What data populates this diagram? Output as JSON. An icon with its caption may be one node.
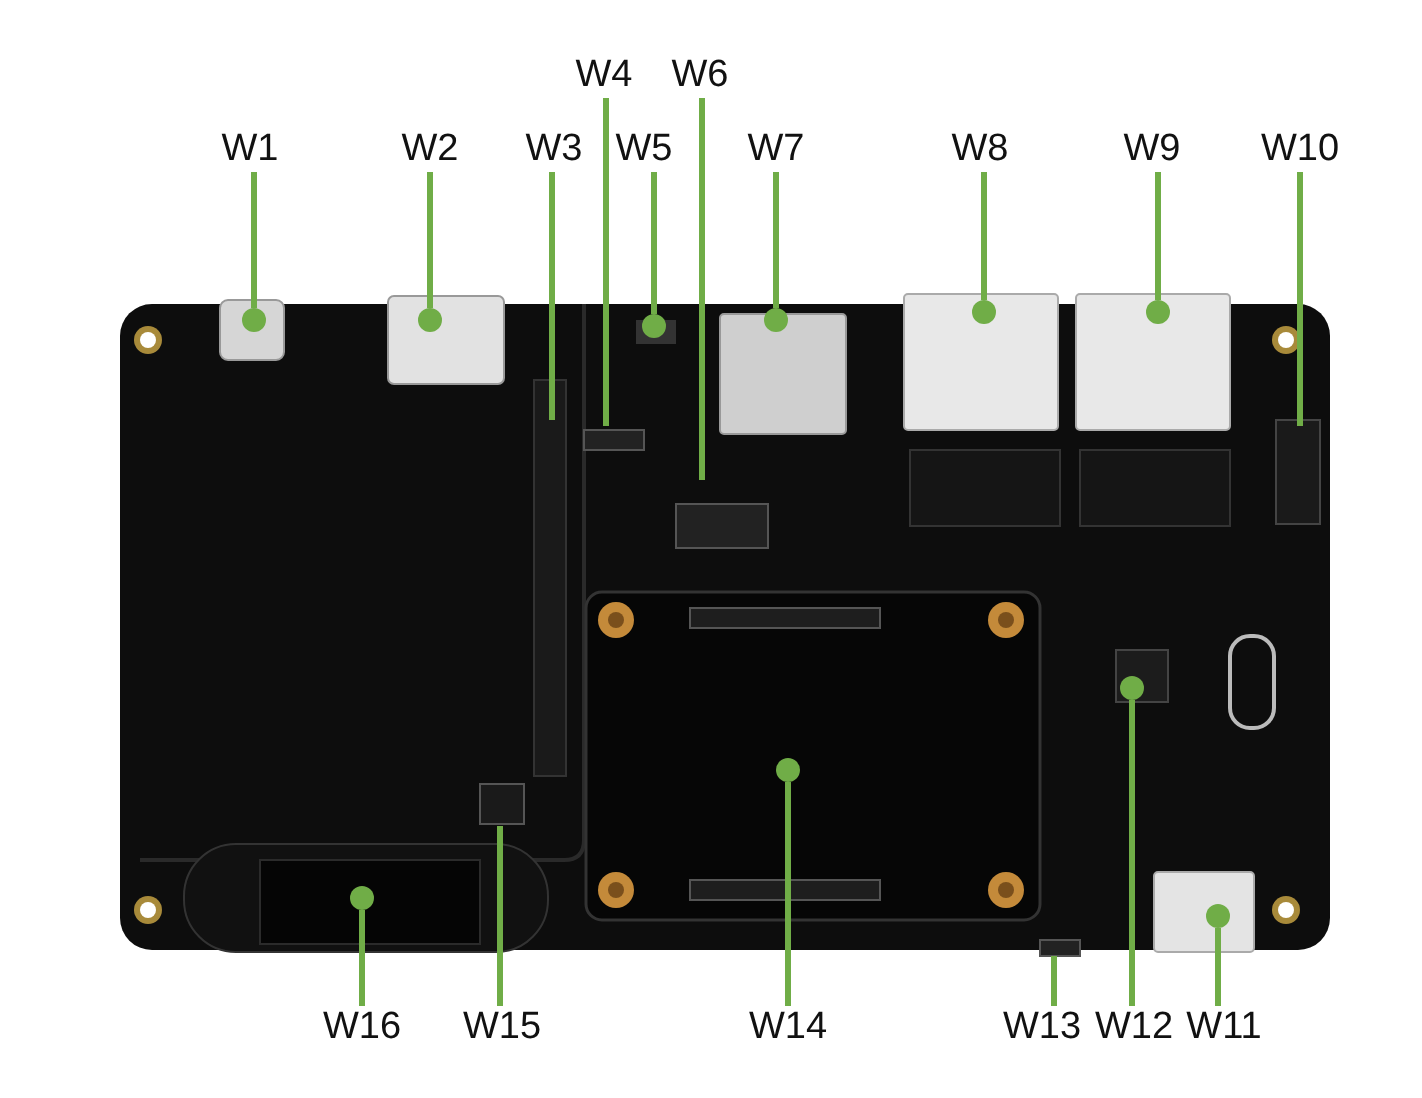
{
  "diagram": {
    "nodes": [
      {
        "text": [
          "W1"
        ]
      },
      {
        "text": [
          "W2"
        ]
      },
      {
        "text": [
          "W3"
        ]
      },
      {
        "text": [
          "W4"
        ]
      },
      {
        "text": [
          "W5"
        ]
      },
      {
        "text": [
          "W6"
        ]
      },
      {
        "text": [
          "W7"
        ]
      },
      {
        "text": [
          "W8"
        ]
      },
      {
        "text": [
          "W9"
        ]
      },
      {
        "text": [
          "W10"
        ]
      },
      {
        "text": [
          "W11"
        ]
      },
      {
        "text": [
          "W12"
        ]
      },
      {
        "text": [
          "W13"
        ]
      },
      {
        "text": [
          "W14"
        ]
      },
      {
        "text": [
          "W15"
        ]
      },
      {
        "text": [
          "W16"
        ]
      },
      {
        "text": [],
        "shape": "circle"
      },
      {
        "text": [],
        "shape": "circle"
      },
      {
        "text": [],
        "shape": "circle"
      },
      {
        "text": [],
        "shape": "circle"
      },
      {
        "text": [],
        "shape": "circle"
      },
      {
        "text": [],
        "shape": "circle"
      },
      {
        "text": [],
        "shape": "circle"
      },
      {
        "text": [],
        "shape": "circle"
      },
      {
        "text": [],
        "shape": "circle"
      },
      {
        "text": [],
        "shape": "circle"
      }
    ],
    "edges": [
      {
        "from": 0,
        "to": 16,
        "arrow": "none"
      },
      {
        "from": 1,
        "to": 18,
        "arrow": "none"
      },
      {
        "from": 2,
        "to": null,
        "arrow": "none"
      },
      {
        "from": 3,
        "to": null,
        "arrow": "none"
      },
      {
        "from": 4,
        "to": 19,
        "arrow": "none"
      },
      {
        "from": 5,
        "to": null,
        "arrow": "none"
      },
      {
        "from": 6,
        "to": 20,
        "arrow": "none"
      },
      {
        "from": 7,
        "to": 22,
        "arrow": "none"
      },
      {
        "from": 8,
        "to": 24,
        "arrow": "none"
      },
      {
        "from": 9,
        "to": null,
        "arrow": "none"
      },
      {
        "from": 10,
        "to": 25,
        "arrow": "none"
      },
      {
        "from": 11,
        "to": 23,
        "arrow": "none"
      },
      {
        "from": 12,
        "to": null,
        "arrow": "none"
      },
      {
        "from": 13,
        "to": 21,
        "arrow": "none"
      },
      {
        "from": 14,
        "to": null,
        "arrow": "none"
      },
      {
        "from": 15,
        "to": 17,
        "arrow": "none"
      }
    ]
  }
}
